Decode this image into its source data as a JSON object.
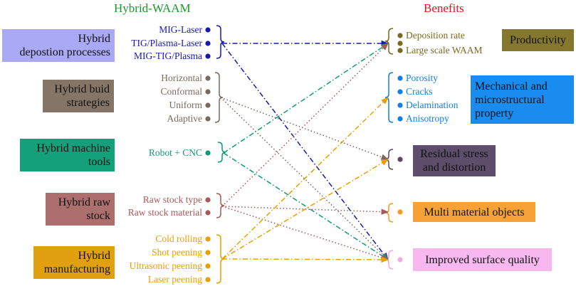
{
  "headings": {
    "left": "Hybrid-WAAM",
    "right": "Benefits"
  },
  "colors": {
    "heading_left": "#1a9a2a",
    "heading_right": "#e0141e",
    "deposition": "#1a1aa8",
    "build": "#7a6a5e",
    "machine": "#109a78",
    "rawstock": "#a8585a",
    "manufacturing": "#e8a000",
    "productivity": "#7a6a20",
    "mechanical": "#1080e8",
    "residual": "#5a4a68",
    "multi": "#f59a26",
    "surface": "#f4a8e6"
  },
  "left_groups": [
    {
      "id": "deposition",
      "lines": [
        "Hybrid",
        "depostion processes"
      ],
      "box_color": "#a9a9f5",
      "items": [
        "MIG-Laser",
        "TIG/Plasma-Laser",
        "MIG-TIG/Plasma"
      ]
    },
    {
      "id": "build",
      "lines": [
        "Hybrid buid",
        "strategies"
      ],
      "box_color": "#857566",
      "items": [
        "Horizontal",
        "Conformal",
        "Uniform",
        "Adaptive"
      ]
    },
    {
      "id": "machine",
      "lines": [
        "Hybrid machine",
        "tools"
      ],
      "box_color": "#15a07c",
      "items": [
        "Robot + CNC"
      ]
    },
    {
      "id": "rawstock",
      "lines": [
        "Hybrid raw",
        "stock"
      ],
      "box_color": "#ad6e6e",
      "items": [
        "Raw stock type",
        "Raw stock material"
      ]
    },
    {
      "id": "manufacturing",
      "lines": [
        "Hybrid",
        "manufacturing"
      ],
      "box_color": "#e0a010",
      "items": [
        "Cold rolling",
        "Shot peening",
        "Ultrasonic peening",
        "Laser peening"
      ]
    }
  ],
  "right_groups": [
    {
      "id": "productivity",
      "lines": [
        "Productivity"
      ],
      "box_color": "#85782e",
      "items": [
        "Deposition rate",
        "Large scale WAAM"
      ]
    },
    {
      "id": "mechanical",
      "lines": [
        "Mechanical and",
        "microstructural",
        "property"
      ],
      "box_color": "#1a8cf0",
      "items": [
        "Porosity",
        "Cracks",
        "Delamination",
        "Anisotropy"
      ]
    },
    {
      "id": "residual",
      "lines": [
        "Residual stress",
        "and distortion"
      ],
      "box_color": "#5e4e6c",
      "items": []
    },
    {
      "id": "multi",
      "lines": [
        "Multi material objects"
      ],
      "box_color": "#f7a236",
      "items": []
    },
    {
      "id": "surface",
      "lines": [
        "Improved surface quality"
      ],
      "box_color": "#f6b8ee",
      "items": []
    }
  ],
  "connections": [
    {
      "from": "deposition",
      "to": "productivity",
      "style": "dashdot"
    },
    {
      "from": "deposition",
      "to": "surface",
      "style": "dashdot"
    },
    {
      "from": "build",
      "to": "residual",
      "style": "dotted"
    },
    {
      "from": "build",
      "to": "surface",
      "style": "dotted"
    },
    {
      "from": "machine",
      "to": "productivity",
      "style": "dashdot"
    },
    {
      "from": "machine",
      "to": "surface",
      "style": "dashdot"
    },
    {
      "from": "rawstock",
      "to": "productivity",
      "style": "dotted"
    },
    {
      "from": "rawstock",
      "to": "multi",
      "style": "dotted"
    },
    {
      "from": "rawstock",
      "to": "surface",
      "style": "dotted"
    },
    {
      "from": "manufacturing",
      "to": "mechanical",
      "style": "dashdot"
    },
    {
      "from": "manufacturing",
      "to": "residual",
      "style": "dashdot"
    },
    {
      "from": "manufacturing",
      "to": "surface",
      "style": "dashdot"
    }
  ]
}
